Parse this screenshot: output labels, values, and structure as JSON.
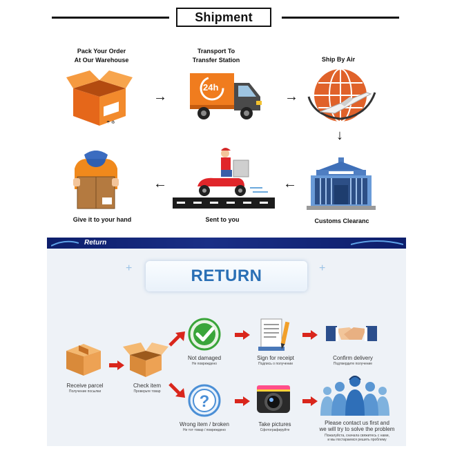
{
  "shipment": {
    "title": "Shipment",
    "steps": [
      {
        "label_line1": "Pack Your Order",
        "label_line2": "At Our Warehouse"
      },
      {
        "label_line1": "Transport To",
        "label_line2": "Transfer Station",
        "badge": "24h"
      },
      {
        "label_line1": "Ship By Air"
      },
      {
        "label_line1": "Customs Clearanc"
      },
      {
        "label_line1": "Sent to you"
      },
      {
        "label_line1": "Give it to your hand"
      }
    ]
  },
  "return": {
    "banner_title": "Return",
    "card_title": "RETURN",
    "nodes": {
      "receive": {
        "label": "Receive parcel",
        "sub": "Получение посылки"
      },
      "check": {
        "label": "Check item",
        "sub": "Проверьте товар"
      },
      "not_damaged": {
        "label": "Not damaged",
        "sub": "Не повреждено"
      },
      "sign": {
        "label": "Sign for receipt",
        "sub": "Подпись о получении"
      },
      "confirm": {
        "label": "Confirm delivery",
        "sub": "Подтвердите получение"
      },
      "wrong": {
        "label": "Wrong item / broken",
        "sub": "Не тот товар / повреждено"
      },
      "pictures": {
        "label": "Take pictures",
        "sub": "Сфотографируйте"
      },
      "contact": {
        "label_line1": "Please contact us first and",
        "label_line2": "we will try to solve the problem",
        "sub_line1": "Пожалуйста, сначала свяжитесь с нами,",
        "sub_line2": "и мы постараемся решить проблему"
      }
    }
  },
  "colors": {
    "orange": "#f07c1e",
    "navy_banner": "#1a2f86",
    "return_blue": "#2a6fb5",
    "red_arrow": "#d9261c",
    "green_check": "#3aa53a"
  }
}
